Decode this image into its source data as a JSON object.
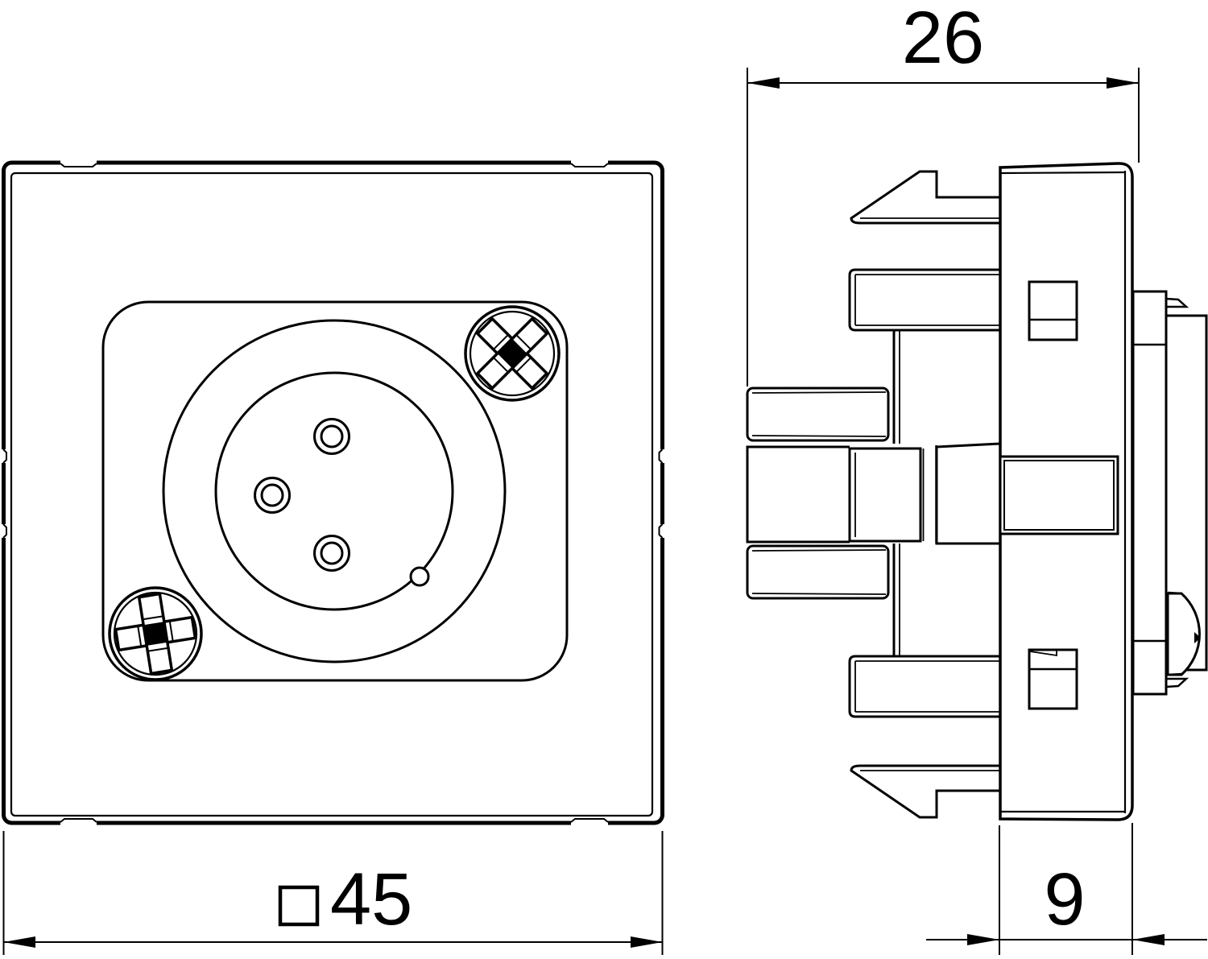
{
  "drawing": {
    "kind": "technical-dimension-drawing",
    "subject": "xlr-socket-module-front-and-side-view"
  },
  "dimensions": {
    "overall_depth": {
      "label": "26"
    },
    "plate_depth": {
      "label": "9"
    },
    "front_square": {
      "symbol": "square",
      "label": "45"
    }
  },
  "colors": {
    "line": "#000000",
    "background": "#ffffff"
  }
}
